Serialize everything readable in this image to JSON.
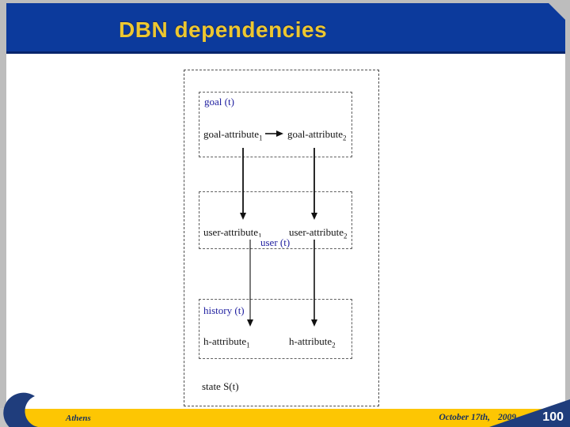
{
  "slide": {
    "title": "DBN dependencies",
    "footer": {
      "venue": "Athens",
      "date": "October 17th,",
      "year": "2009",
      "page_number": "100"
    }
  },
  "diagram": {
    "goal": {
      "label": "goal (t)",
      "attr1": {
        "base": "goal-attribute",
        "sub": "1"
      },
      "attr2": {
        "base": "goal-attribute",
        "sub": "2"
      }
    },
    "user": {
      "label": "user (t)",
      "attr1": {
        "base": "user-attribute",
        "sub": "1"
      },
      "attr2": {
        "base": "user-attribute",
        "sub": "2"
      }
    },
    "history": {
      "label": "history (t)",
      "attr1": {
        "base": "h-attribute",
        "sub": "1"
      },
      "attr2": {
        "base": "h-attribute",
        "sub": "2"
      }
    },
    "state_label": "state S(t)"
  },
  "colors": {
    "header_bg": "#0c3a9c",
    "title_text": "#edc730",
    "footer_bg": "#fdc603",
    "accent_navy": "#1f3d7c",
    "footer_text": "#17305e",
    "frame_gray": "#bdbdbd",
    "diagram_label_blue": "#2020a0"
  }
}
